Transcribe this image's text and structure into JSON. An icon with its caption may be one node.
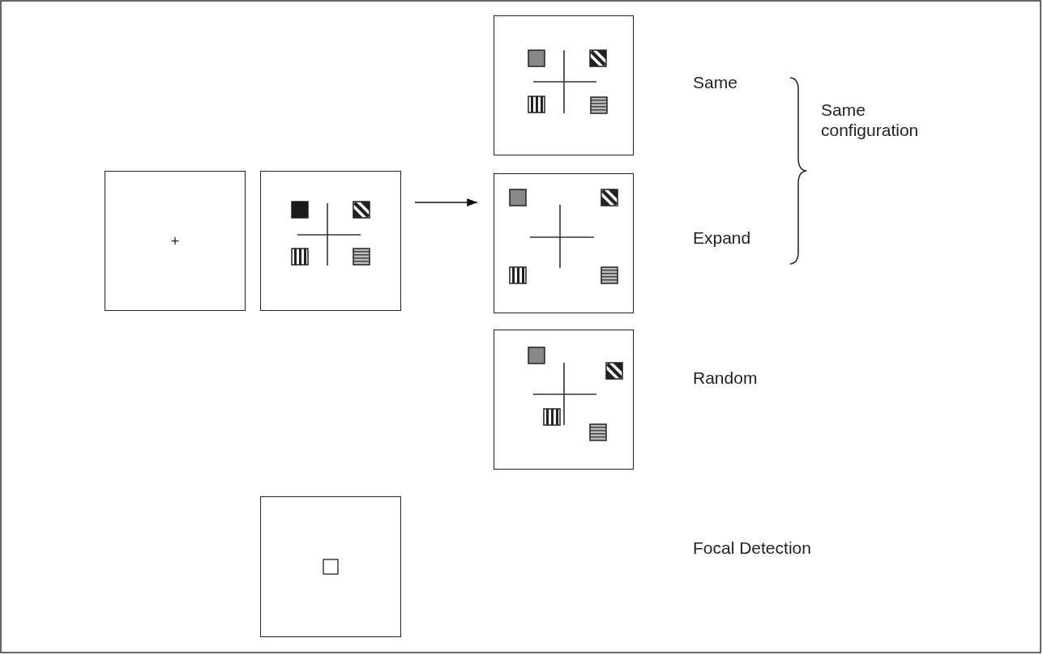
{
  "diagram": {
    "nodes": [
      {
        "text": [
          "+"
        ]
      },
      {
        "text": [],
        "shape": "box"
      },
      {
        "text": [],
        "shape": "box"
      },
      {
        "text": [],
        "shape": "box"
      },
      {
        "text": [],
        "shape": "box"
      },
      {
        "text": [],
        "shape": "box"
      }
    ],
    "edges": [
      {
        "from": 1,
        "to": 3,
        "arrow": "to"
      }
    ],
    "labels": [
      "Same",
      "Same configuration",
      "Expand",
      "Random",
      "Focal Detection"
    ]
  }
}
